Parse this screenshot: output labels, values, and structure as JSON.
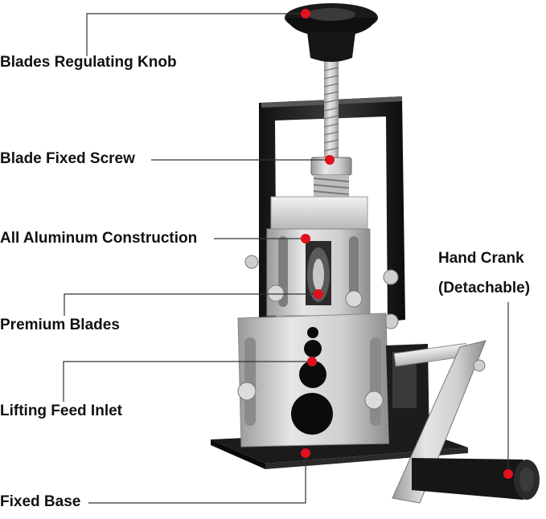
{
  "labels": {
    "knob": "Blades Regulating Knob",
    "screw": "Blade Fixed Screw",
    "aluminum": "All Aluminum Construction",
    "blades": "Premium Blades",
    "inlet": "Lifting Feed Inlet",
    "base": "Fixed Base",
    "crank_line1": "Hand Crank",
    "crank_line2": "(Detachable)"
  },
  "colors": {
    "marker": "#e0101c",
    "leader": "#333333",
    "text": "#111111"
  }
}
